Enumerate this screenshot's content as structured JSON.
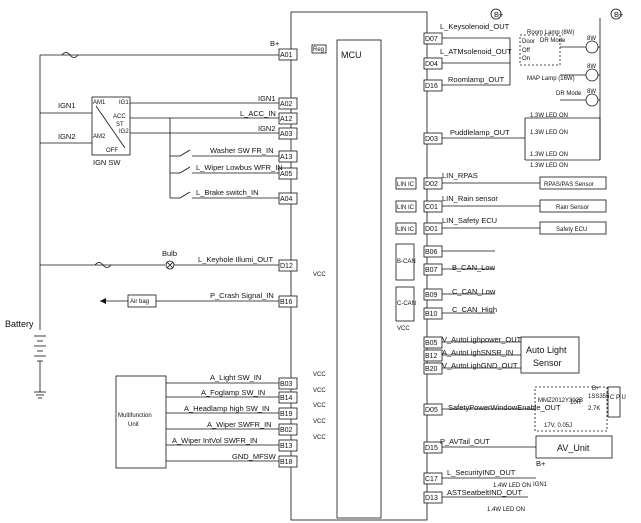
{
  "mcu_label": "MCU",
  "battery_label": "Battery",
  "ign_sw": {
    "label": "IGN SW",
    "ign1": "IGN1",
    "ign2": "IGN2",
    "am1": "AM1",
    "am2": "AM2",
    "ig1": "IG1",
    "acc": "ACC",
    "st": "ST",
    "ig2": "IG2",
    "off": "OFF"
  },
  "bplus": "B+",
  "left_pins": [
    {
      "signal": "B+",
      "pin": "A01"
    },
    {
      "signal": "IGN1",
      "pin": "A02"
    },
    {
      "signal": "L_ACC_IN",
      "pin": "A12"
    },
    {
      "signal": "IGN2",
      "pin": "A03"
    },
    {
      "signal": "Washer SW FR_IN",
      "pin": "A13"
    },
    {
      "signal": "L_Wiper Lowbus WFR_IN",
      "pin": "A05"
    },
    {
      "signal": "L_Brake switch_IN",
      "pin": "A04"
    },
    {
      "signal": "L_Keyhole Illumi_OUT",
      "pin": "D12"
    },
    {
      "signal": "P_Crash Signal_IN",
      "pin": "B16"
    },
    {
      "signal": "A_Light SW_IN",
      "pin": "B03"
    },
    {
      "signal": "A_Foglamp SW_IN",
      "pin": "B14"
    },
    {
      "signal": "A_Headlamp high SW_IN",
      "pin": "B19"
    },
    {
      "signal": "A_Wiper SWFR_IN",
      "pin": "B02"
    },
    {
      "signal": "A_Wiper IntVol SWFR_IN",
      "pin": "B13"
    },
    {
      "signal": "GND_MFSW",
      "pin": "B18"
    }
  ],
  "right_pins": [
    {
      "signal": "L_Keysolenoid_OUT",
      "pin": "D07"
    },
    {
      "signal": "L_ATMsolenoid_OUT",
      "pin": "D04"
    },
    {
      "signal": "Roomlamp_OUT",
      "pin": "D16"
    },
    {
      "signal": "Puddlelamp_OUT",
      "pin": "D03"
    },
    {
      "signal": "LIN_RPAS",
      "pin": "D02"
    },
    {
      "signal": "LIN_Rain sensor",
      "pin": "C01"
    },
    {
      "signal": "LIN_Safety ECU",
      "pin": "D01"
    },
    {
      "signal": "",
      "pin": "B06"
    },
    {
      "signal": "B_CAN_Low",
      "pin": "B07"
    },
    {
      "signal": "C_CAN_Low",
      "pin": "B09"
    },
    {
      "signal": "C_CAN_High",
      "pin": "B10"
    },
    {
      "signal": "V_AutoLighpower_OUT",
      "pin": "B05"
    },
    {
      "signal": "A_AutoLighSNSR_IN",
      "pin": "B12"
    },
    {
      "signal": "V_AutoLighGND_OUT",
      "pin": "B20"
    },
    {
      "signal": "SafetyPowerWindowEnable_OUT",
      "pin": "D05"
    },
    {
      "signal": "P_AVTail_OUT",
      "pin": "D15"
    },
    {
      "signal": "L_SecurityIND_OUT",
      "pin": "C17"
    },
    {
      "signal": "ASTSeatbeltIND_OUT",
      "pin": "D13"
    }
  ],
  "lin_ic": "LIN IC",
  "bcan": "B-CAN",
  "ccan": "C-CAN",
  "vcc": "VCC",
  "bulb": "Bulb",
  "airbag": "Air bag",
  "mfu": [
    "Multifunction",
    "Unit"
  ],
  "devices": {
    "rpas": "RPAS/PAS Sensor",
    "rain": "Rain Sensor",
    "safety": "Safety ECU",
    "auto_light": [
      "Auto Light",
      "Sensor"
    ],
    "av_unit": "AV_Unit"
  },
  "room_lamp": {
    "title": "Room Lamp (8W)",
    "dr_mode": "DR Mode",
    "door": "Door",
    "off": "Off",
    "on": "On"
  },
  "map_lamp": {
    "title": "MAP Lamp (16W)",
    "dr_mode": "DR Mode"
  },
  "watt_8w": "8W",
  "led_1_3w": "1.3W LED ON",
  "led_1_4w": "1.4W LED ON",
  "ign1_small": "IGN1",
  "spw": {
    "part": "MMZ2012Y302B",
    "r1": "10R",
    "v": "17V, 0.05J",
    "ic": "1SS355",
    "r2": "2.7K",
    "cpu": "C P U",
    "b": "B+"
  },
  "reg": "Reg"
}
